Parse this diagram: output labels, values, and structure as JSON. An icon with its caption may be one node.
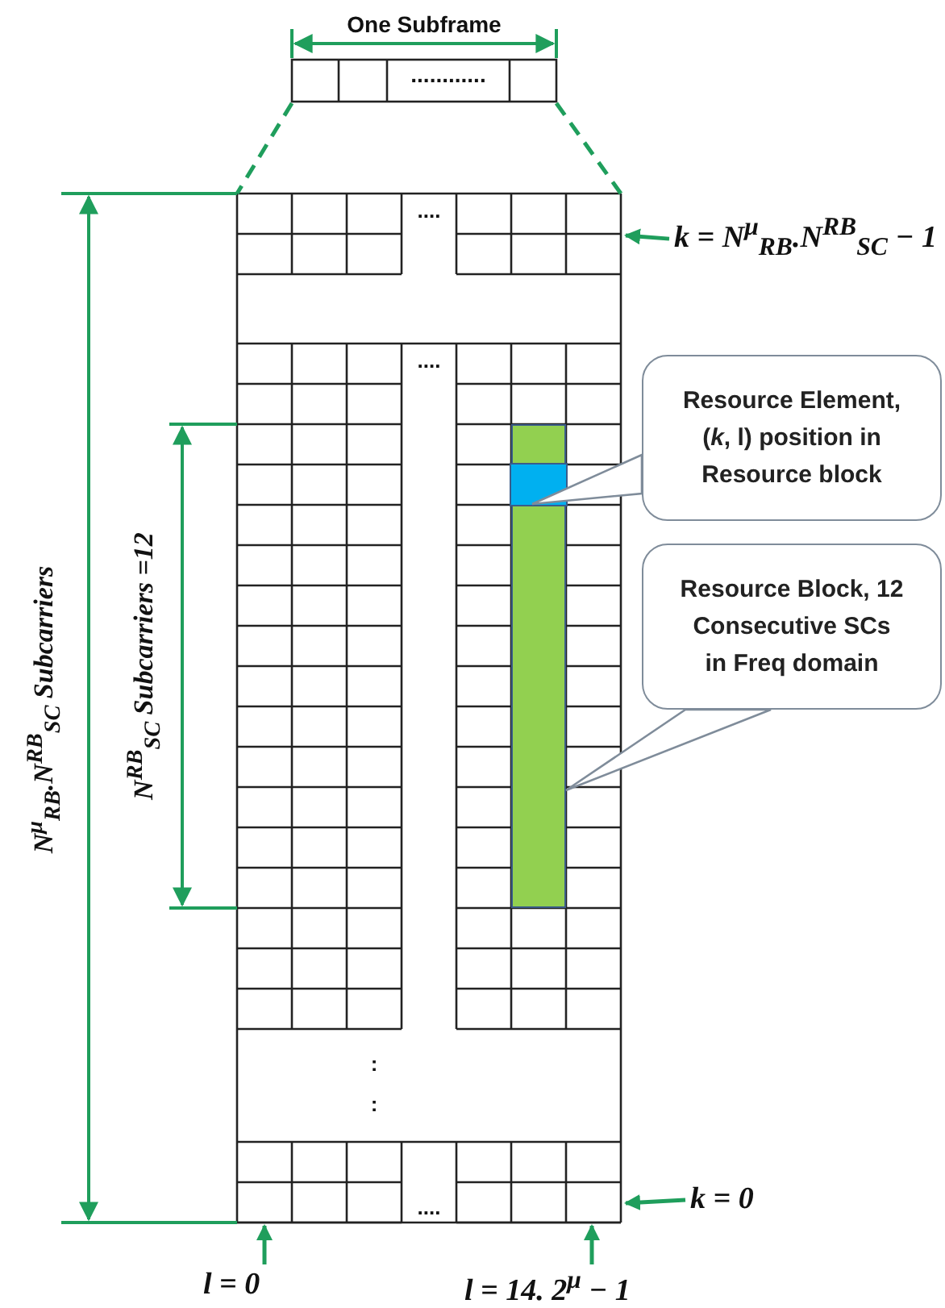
{
  "diagram": {
    "nodes": [
      {
        "text": [
          "*k* = N$^{μ}$$_{RB}$.N$^{RB}$$_{SC}$ − 1"
        ]
      },
      {
        "text": [
          "Resource Element, (*k*, l) position in Resource block"
        ]
      },
      {
        "text": [
          "Resource Block, 12 Consecutive SCs in Freq domain"
        ]
      },
      {
        "text": [],
        "shape": "bar"
      },
      {
        "text": [],
        "shape": "box",
        "in": 3
      },
      {
        "text": [
          "*k* = 0"
        ]
      },
      {
        "text": [
          "*l* = 0"
        ]
      },
      {
        "text": [
          "*l* = 14. 2$^{μ}$ − 1"
        ]
      }
    ],
    "edges": [
      {
        "from": 1,
        "to": 4,
        "arrow": "none"
      },
      {
        "from": 2,
        "to": 3,
        "arrow": "none"
      },
      {
        "from": 0,
        "to": null,
        "arrow": "to"
      },
      {
        "from": 5,
        "to": null,
        "arrow": "to"
      },
      {
        "from": 6,
        "to": null,
        "arrow": "to"
      },
      {
        "from": 7,
        "to": null,
        "arrow": "to"
      }
    ],
    "labels": [
      "One Subframe",
      "............",
      "....",
      "....",
      "N$^{μ}$$_{RB}$.N$^{RB}$$_{SC}$ Subcarriers",
      "N$^{RB}$$_{SC}$ Subcarriers =12",
      ":",
      ":",
      "...."
    ]
  }
}
